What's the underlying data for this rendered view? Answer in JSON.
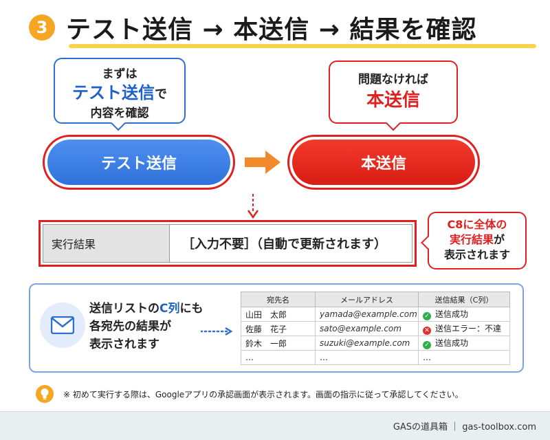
{
  "header": {
    "step_number": "3",
    "title": "テスト送信 → 本送信 → 結果を確認"
  },
  "bubbles": {
    "left": {
      "line1": "まずは",
      "emphasis": "テスト送信",
      "suffix": "で",
      "line3": "内容を確認"
    },
    "right": {
      "line1": "問題なければ",
      "emphasis": "本送信"
    }
  },
  "buttons": {
    "test_send": "テスト送信",
    "main_send": "本送信"
  },
  "result_row": {
    "label": "実行結果",
    "value": "［入力不要］（自動で更新されます）"
  },
  "callout": {
    "line1": "C8に全体の",
    "line2_red": "実行結果",
    "line2_suffix": "が",
    "line3": "表示されます"
  },
  "info": {
    "line1_prefix": "送信リストの",
    "line1_emph": "C列",
    "line1_suffix": "にも",
    "line2": "各宛先の結果が",
    "line3": "表示されます"
  },
  "sheet": {
    "headers": [
      "宛先名",
      "メールアドレス",
      "送信結果（C列）"
    ],
    "rows": [
      {
        "name": "山田　太郎",
        "email": "yamada@example.com",
        "status": "送信成功",
        "ok": true
      },
      {
        "name": "佐藤　花子",
        "email": "sato@example.com",
        "status": "送信エラー：不達",
        "ok": false
      },
      {
        "name": "鈴木　一郎",
        "email": "suzuki@example.com",
        "status": "送信成功",
        "ok": true
      },
      {
        "name": "…",
        "email": "…",
        "status": "…",
        "ok": null
      }
    ]
  },
  "tip": {
    "text": "※ 初めて実行する際は、Googleアプリの承認画面が表示されます。画面の指示に従って承認してください。"
  },
  "footer": {
    "text": "GASの道具箱 ｜ gas-toolbox.com"
  },
  "colors": {
    "accent_orange": "#f5a623",
    "primary_blue": "#2f72da",
    "primary_red": "#e02020",
    "success_green": "#2fae4b"
  },
  "icons": [
    "lightbulb-icon",
    "mail-icon",
    "arrow-right-icon",
    "arrow-down-icon",
    "check-icon",
    "error-icon"
  ]
}
